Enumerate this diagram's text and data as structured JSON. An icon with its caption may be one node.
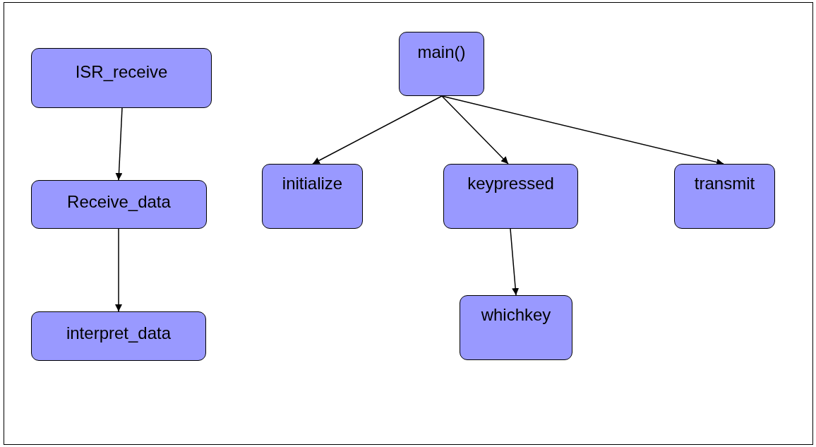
{
  "diagram": {
    "nodes": [
      {
        "text": [
          "ISR_receive"
        ]
      },
      {
        "text": [
          "Receive_data"
        ]
      },
      {
        "text": [
          "interpret_data"
        ]
      },
      {
        "text": [
          "main()"
        ]
      },
      {
        "text": [
          "initialize"
        ]
      },
      {
        "text": [
          "keypressed"
        ]
      },
      {
        "text": [
          "transmit"
        ]
      },
      {
        "text": [
          "whichkey"
        ]
      }
    ],
    "edges": [
      {
        "from": 0,
        "to": 1,
        "arrow": "to"
      },
      {
        "from": 1,
        "to": 2,
        "arrow": "to"
      },
      {
        "from": 3,
        "to": 4,
        "arrow": "to"
      },
      {
        "from": 3,
        "to": 5,
        "arrow": "to"
      },
      {
        "from": 3,
        "to": 6,
        "arrow": "to"
      },
      {
        "from": 5,
        "to": 7,
        "arrow": "to"
      }
    ]
  }
}
